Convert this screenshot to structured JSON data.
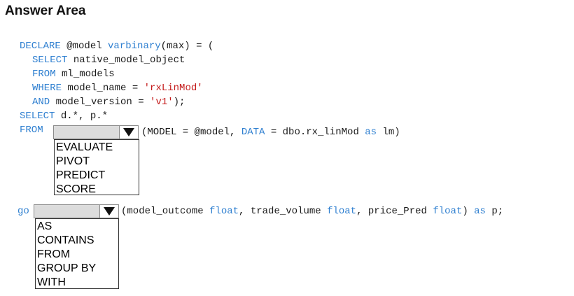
{
  "title": "Answer Area",
  "code": {
    "declare_kw": "DECLARE",
    "declare_var": " @model ",
    "varbinary_kw": "varbinary",
    "declare_rest": "(max) = (",
    "select_kw": "SELECT",
    "select_rest": " native_model_object",
    "from_kw": "FROM",
    "from_rest": " ml_models",
    "where_kw": "WHERE",
    "where_rest": " model_name = ",
    "where_str": "'rxLinMod'",
    "and_kw": "AND",
    "and_rest": " model_version = ",
    "and_str": "'v1'",
    "and_end": ");",
    "select2_kw": "SELECT",
    "select2_rest": " d.*, p.*",
    "from2_kw": "FROM",
    "model_pre": "(MODEL = @model, ",
    "data_kw": "DATA",
    "data_mid": " = dbo.rx_linMod ",
    "as_kw": "as",
    "data_end": " lm)",
    "go_kw": "go",
    "outcome_pre": "(model_outcome ",
    "float1_kw": "float",
    "trade_mid": ", trade_volume ",
    "float2_kw": "float",
    "price_mid": ", price_Pred ",
    "float3_kw": "float",
    "close_mid": ") ",
    "as2_kw": "as",
    "end": " p;"
  },
  "dropdown1": {
    "selected": "",
    "options": [
      "EVALUATE",
      "PIVOT",
      "PREDICT",
      "SCORE"
    ]
  },
  "dropdown2": {
    "selected": "",
    "options": [
      "AS",
      "CONTAINS",
      "FROM",
      "GROUP BY",
      "WITH"
    ]
  },
  "colors": {
    "keyword": "#2e7fd0",
    "string": "#c41b1b",
    "dropdown_bg": "#dcdcdc"
  }
}
